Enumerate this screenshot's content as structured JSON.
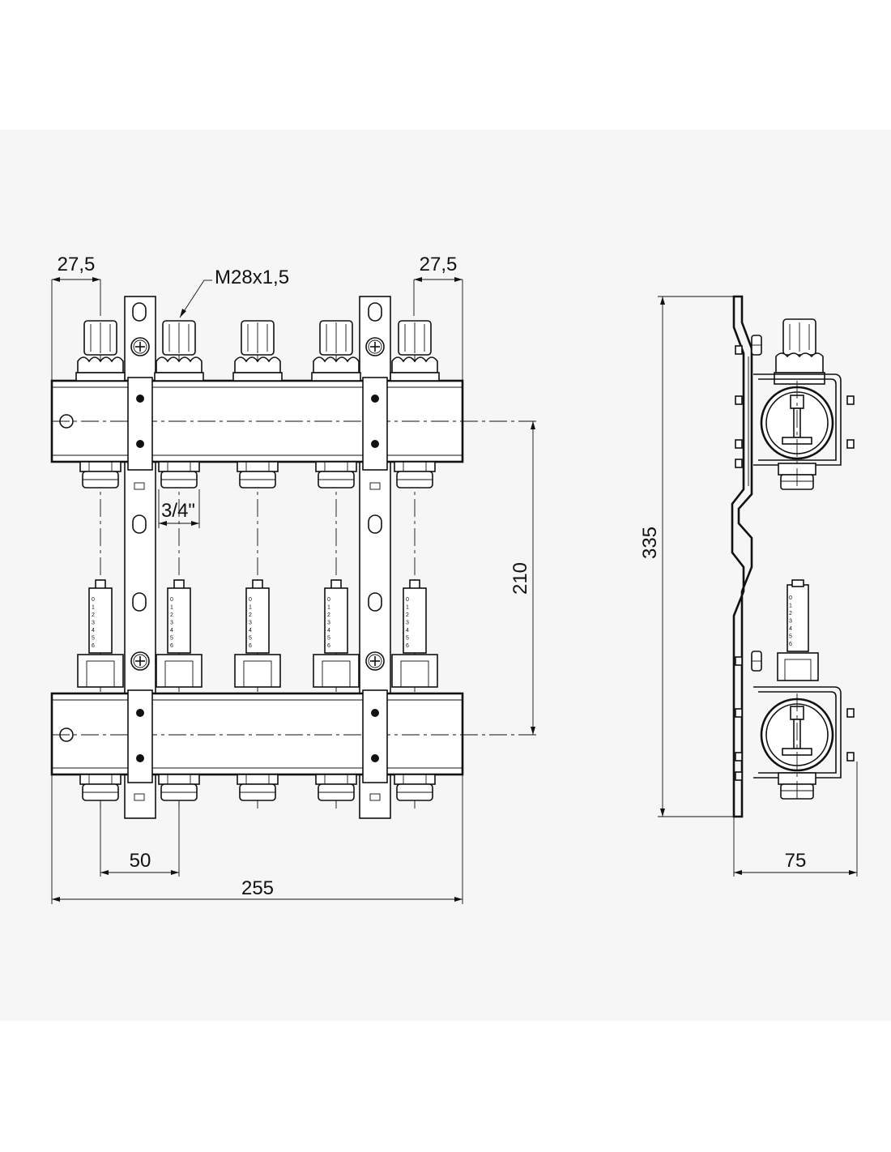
{
  "drawing": {
    "dimensions": {
      "left_offset": "27,5",
      "right_offset": "27,5",
      "thread_label": "M28x1,5",
      "pipe_size": "3/4\"",
      "axis_distance": "210",
      "outlet_spacing": "50",
      "total_width": "255",
      "total_height": "335",
      "depth": "75"
    },
    "scale_marks": [
      "0",
      "1",
      "2",
      "3",
      "4",
      "5",
      "6"
    ],
    "outlet_count": 5,
    "colors": {
      "line": "#111111",
      "background": "#f6f6f6"
    }
  }
}
